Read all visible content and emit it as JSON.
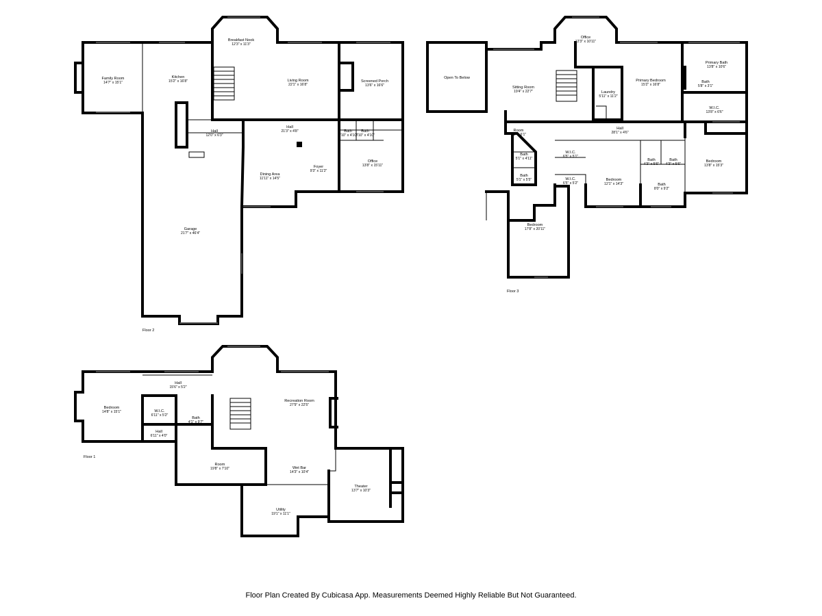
{
  "footer": "Floor Plan Created By Cubicasa App. Measurements Deemed Highly Reliable But Not Guaranteed.",
  "floors": [
    {
      "label": "Floor 2",
      "rooms": [
        {
          "name": "Family Room",
          "dims": "14'7\" x 15'1\""
        },
        {
          "name": "Kitchen",
          "dims": "15'2\" x 16'8\""
        },
        {
          "name": "Breakfast Nook",
          "dims": "12'3\" x 11'3\""
        },
        {
          "name": "Living Room",
          "dims": "22'1\" x 16'8\""
        },
        {
          "name": "Screened Porch",
          "dims": "13'6\" x 16'6\""
        },
        {
          "name": "Hall",
          "dims": "12'0\" x 6'3\""
        },
        {
          "name": "Hall",
          "dims": "21'3\" x 4'8\""
        },
        {
          "name": "Bath",
          "dims": "3'10\" x 4'10\""
        },
        {
          "name": "Bath",
          "dims": "3'10\" x 4'10\""
        },
        {
          "name": "Office",
          "dims": "13'8\" x 15'11\""
        },
        {
          "name": "Dining Area",
          "dims": "11'11\" x 14'5\""
        },
        {
          "name": "Foyer",
          "dims": "9'3\" x 11'2\""
        },
        {
          "name": "Garage",
          "dims": "21'7\" x 46'4\""
        }
      ]
    },
    {
      "label": "Floor 3",
      "rooms": [
        {
          "name": "Open To Below",
          "dims": ""
        },
        {
          "name": "Office",
          "dims": "12'3\" x 10'11\""
        },
        {
          "name": "Sitting Room",
          "dims": "19'4\" x 22'7\""
        },
        {
          "name": "Laundry",
          "dims": "5'11\" x 11'2\""
        },
        {
          "name": "Primary Bedroom",
          "dims": "15'2\" x 16'8\""
        },
        {
          "name": "Primary Bath",
          "dims": "13'8\" x 10'6\""
        },
        {
          "name": "Bath",
          "dims": "5'8\" x 3'1\""
        },
        {
          "name": "W.I.C.",
          "dims": "13'8\" x 6'6\""
        },
        {
          "name": "Room",
          "dims": "6'2\" x 6'1\""
        },
        {
          "name": "Hall",
          "dims": "28'1\" x 4'6\""
        },
        {
          "name": "Bath",
          "dims": "5'1\" x 4'11\""
        },
        {
          "name": "W.I.C.",
          "dims": "6'5\" x 5'1\""
        },
        {
          "name": "Bath",
          "dims": "4'3\" x 5'6\""
        },
        {
          "name": "Bath",
          "dims": "4'3\" x 5'6\""
        },
        {
          "name": "Bedroom",
          "dims": "13'8\" x 15'3\""
        },
        {
          "name": "Bath",
          "dims": "5'1\" x 5'5\""
        },
        {
          "name": "W.I.C.",
          "dims": "6'5\" x 5'2\""
        },
        {
          "name": "Bedroom",
          "dims": "12'1\" x 14'3\""
        },
        {
          "name": "Bath",
          "dims": "8'0\" x 9'2\""
        },
        {
          "name": "Bedroom",
          "dims": "17'8\" x 20'11\""
        }
      ]
    },
    {
      "label": "Floor 1",
      "rooms": [
        {
          "name": "Hall",
          "dims": "15'6\" x 5'2\""
        },
        {
          "name": "Bedroom",
          "dims": "14'8\" x 15'1\""
        },
        {
          "name": "W.I.C.",
          "dims": "6'11\" x 5'2\""
        },
        {
          "name": "Bath",
          "dims": "4'1\" x 9'7\""
        },
        {
          "name": "Hall",
          "dims": "6'11\" x 4'0\""
        },
        {
          "name": "Recreation Room",
          "dims": "27'9\" x 22'5\""
        },
        {
          "name": "Room",
          "dims": "19'8\" x 7'10\""
        },
        {
          "name": "Wet Bar",
          "dims": "14'3\" x 10'4\""
        },
        {
          "name": "Theater",
          "dims": "13'7\" x 10'3\""
        },
        {
          "name": "Utility",
          "dims": "19'1\" x 11'1\""
        }
      ]
    }
  ]
}
